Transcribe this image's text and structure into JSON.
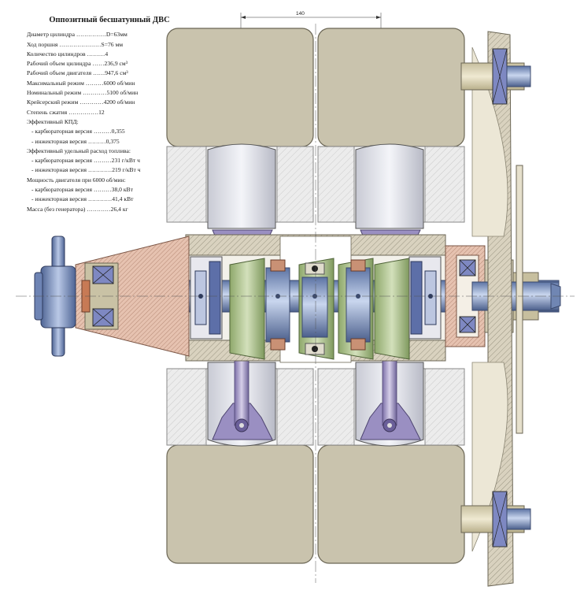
{
  "title": "Оппозитный бесшатунный ДВС",
  "dimension_label": "140",
  "specs": [
    {
      "label": "Диаметр цилиндра ……………",
      "value": "D=63мм",
      "indent": false
    },
    {
      "label": "Ход поршня …………………",
      "value": "S=76 мм",
      "indent": false
    },
    {
      "label": "Количество цилиндров ………",
      "value": "4",
      "indent": false
    },
    {
      "label": "Рабочий объем цилиндра ……",
      "value": "236,9 см³",
      "indent": false
    },
    {
      "label": "Рабочий объем двигателя ……",
      "value": "947,6 см³",
      "indent": false
    },
    {
      "label": "Максимальный режим ………",
      "value": "6000 об/мин",
      "indent": false
    },
    {
      "label": "Номинальный режим …………",
      "value": "5100 об/мин",
      "indent": false
    },
    {
      "label": "Крейсерский режим …………",
      "value": "4200 об/мин",
      "indent": false
    },
    {
      "label": "Степень сжатия ……………",
      "value": "12",
      "indent": false
    },
    {
      "label": "Эффективный КПД:",
      "value": "",
      "indent": false
    },
    {
      "label": "- карбюраторная версия ………",
      "value": "0,355",
      "indent": true
    },
    {
      "label": "- инжекторная версия ………",
      "value": "0,375",
      "indent": true
    },
    {
      "label": "Эффективный удельный расход топлива:",
      "value": "",
      "indent": false
    },
    {
      "label": "- карбюраторная версия ………",
      "value": "231 г/кВт ч",
      "indent": true
    },
    {
      "label": "- инжекторная версия …………",
      "value": "219 г/кВт ч",
      "indent": true
    },
    {
      "label": "Мощность двигателя при 6000 об/мин:",
      "value": "",
      "indent": false
    },
    {
      "label": "- карбюраторная версия ………",
      "value": "38,0 кВт",
      "indent": true
    },
    {
      "label": "- инжекторная версия …………",
      "value": "41,4 кВт",
      "indent": true
    },
    {
      "label": "Масса (без генератора) …………",
      "value": "26,4 кг",
      "indent": false
    }
  ],
  "colors": {
    "housing": "#d9d2bf",
    "housing_stroke": "#6b6655",
    "cylinder": "#efefef",
    "piston": "#e3e4ea",
    "rod": "#a89ec8",
    "shaft": "#8fa5c8",
    "bearing": "#6e7fb6",
    "green": "#b7c99a",
    "copper": "#c99175",
    "hatch": "#8a8573"
  }
}
